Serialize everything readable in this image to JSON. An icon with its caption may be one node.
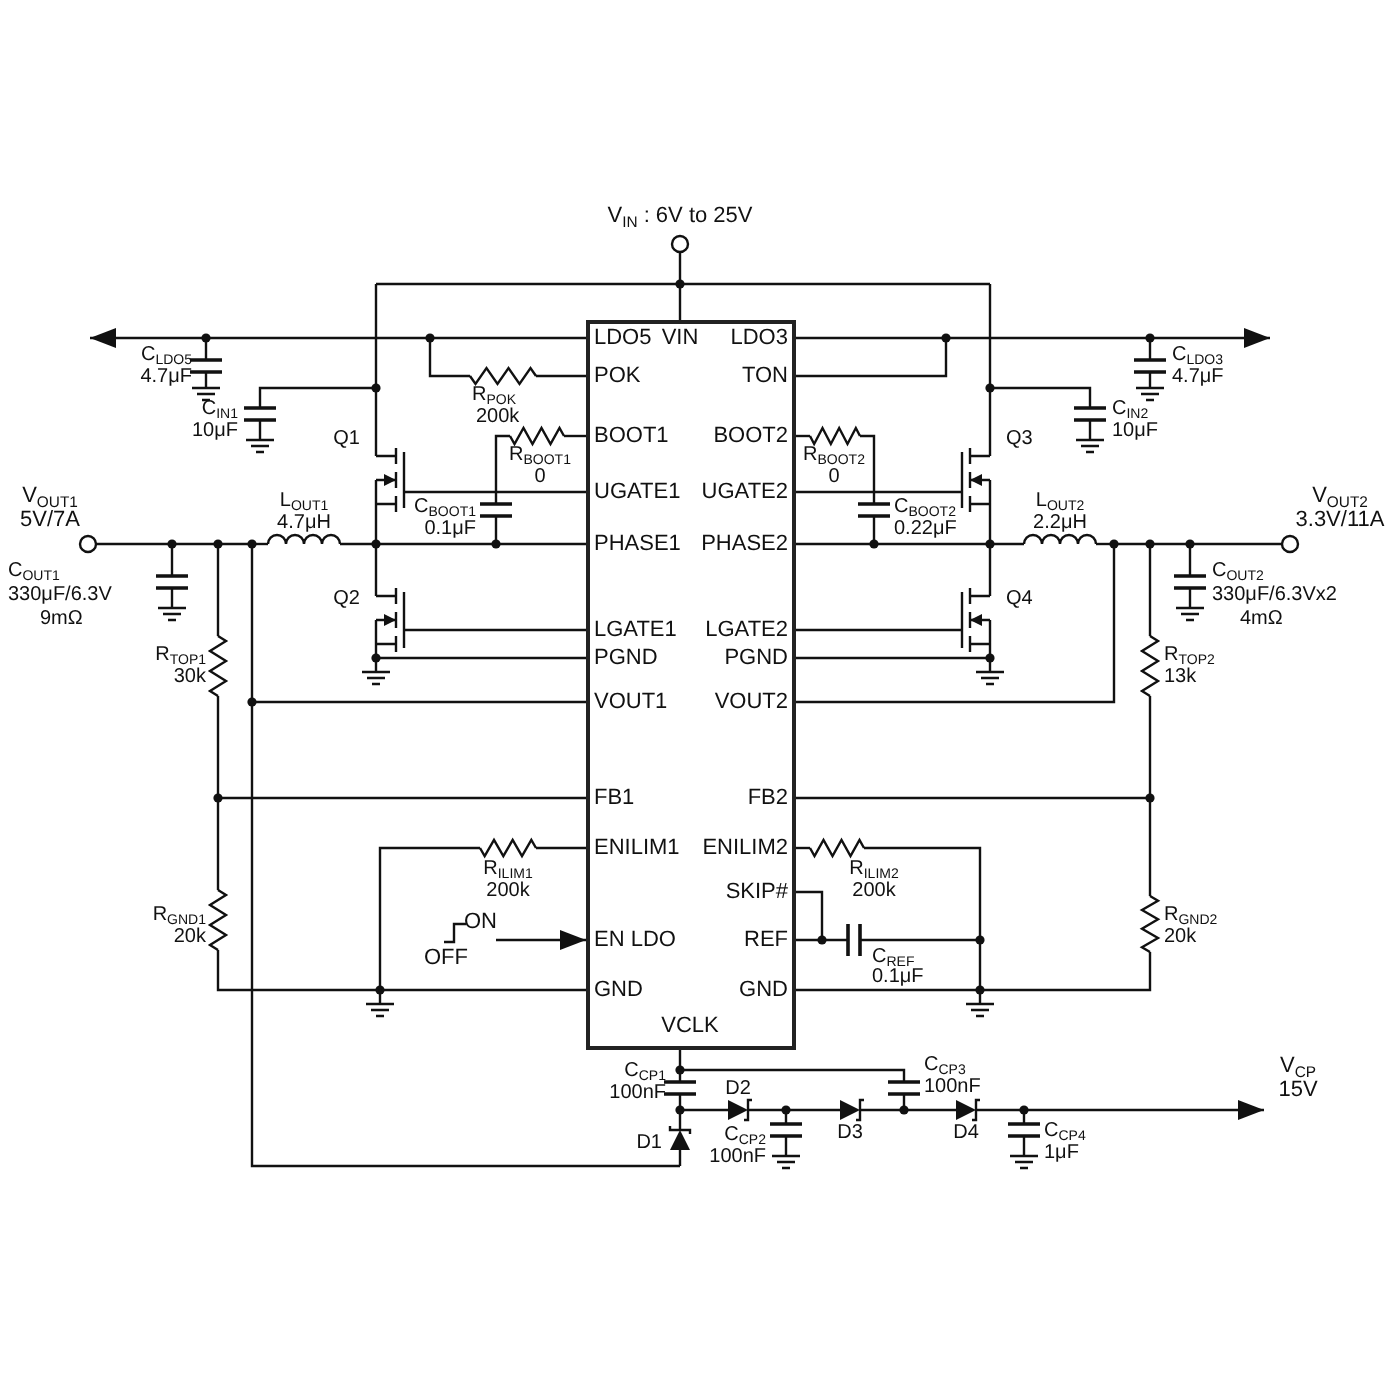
{
  "diagram": {
    "nodes": [
      {
        "text": [
          "LDO5",
          "VIN",
          "LDO3",
          "POK",
          "TON",
          "BOOT1",
          "BOOT2",
          "UGATE1",
          "UGATE2",
          "PHASE1",
          "PHASE2",
          "LGATE1",
          "LGATE2",
          "PGND",
          "PGND",
          "VOUT1",
          "VOUT2",
          "FB1",
          "FB2",
          "ENILIM1",
          "ENILIM2",
          "SKIP#",
          "EN LDO",
          "REF",
          "GND",
          "GND",
          "VCLK"
        ]
      },
      {
        "text": [
          "V$_{IN}$ : 6V to 25V"
        ]
      },
      {
        "text": [
          "V$_{OUT1}$ 5V/7A"
        ]
      },
      {
        "text": [
          "V$_{OUT2}$ 3.3V/11A"
        ]
      },
      {
        "text": [
          "ON",
          "OFF"
        ]
      },
      {
        "text": [
          "V$_{CP}$ 15V"
        ]
      }
    ],
    "edges": [
      {
        "from": 0,
        "to": null,
        "arrow": "to"
      },
      {
        "from": 0,
        "to": null,
        "arrow": "to"
      },
      {
        "from": 4,
        "to": 0,
        "arrow": "to"
      },
      {
        "from": null,
        "to": 5,
        "arrow": "to"
      },
      {
        "from": 1,
        "to": 0,
        "arrow": "none"
      },
      {
        "from": 0,
        "to": 2,
        "arrow": "none"
      },
      {
        "from": 0,
        "to": 3,
        "arrow": "none"
      }
    ],
    "labels": [
      "C$_{LDO5}$",
      "4.7μF",
      "C$_{LDO3}$",
      "4.7μF",
      "R$_{POK}$",
      "200k",
      "C$_{IN1}$",
      "10μF",
      "C$_{IN2}$",
      "10μF",
      "Q1",
      "R$_{BOOT1}$",
      "0",
      "R$_{BOOT2}$",
      "0",
      "Q3",
      "L$_{OUT1}$",
      "4.7μH",
      "C$_{BOOT1}$",
      "0.1μF",
      "C$_{BOOT2}$",
      "0.22μF",
      "L$_{OUT2}$",
      "2.2μH",
      "C$_{OUT1}$",
      "330μF/6.3V",
      "9mΩ",
      "C$_{OUT2}$",
      "330μF/6.3Vx2",
      "4mΩ",
      "Q2",
      "Q4",
      "R$_{TOP1}$",
      "30k",
      "R$_{TOP2}$",
      "13k",
      "R$_{ILIM1}$",
      "200k",
      "R$_{ILIM2}$",
      "200k",
      "R$_{GND1}$",
      "20k",
      "R$_{GND2}$",
      "20k",
      "C$_{REF}$",
      "0.1μF",
      "C$_{CP1}$",
      "100nF",
      "C$_{CP3}$",
      "100nF",
      "D2",
      "D1",
      "C$_{CP2}$",
      "100nF",
      "D3",
      "D4",
      "C$_{CP4}$",
      "1μF"
    ]
  }
}
